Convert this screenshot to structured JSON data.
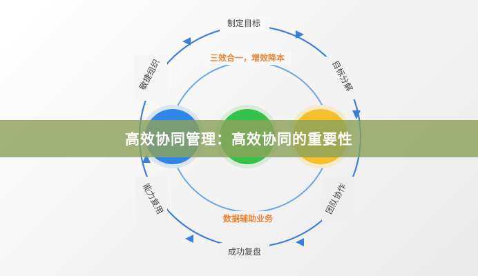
{
  "banner": {
    "title": "高效协同管理：高效协同的重要性"
  },
  "cycle": {
    "top": "制定目标",
    "right_top": "目标分解",
    "right_bottom": "团队协作",
    "bottom": "成功复盘",
    "left_bottom": "能力复用",
    "left_top": "敏捷组织"
  },
  "inner": {
    "top_label": "三效合一，增效降本",
    "bottom_label": "数据辅助业务"
  },
  "colors": {
    "ring": "#3b7fd6",
    "inner_ring": "#6aa6e8",
    "accent": "#e8873a",
    "circle_blue": "#2f86e6",
    "circle_green": "#34c24a",
    "circle_yellow": "#f5bf2e",
    "banner": "#8ca25c"
  }
}
